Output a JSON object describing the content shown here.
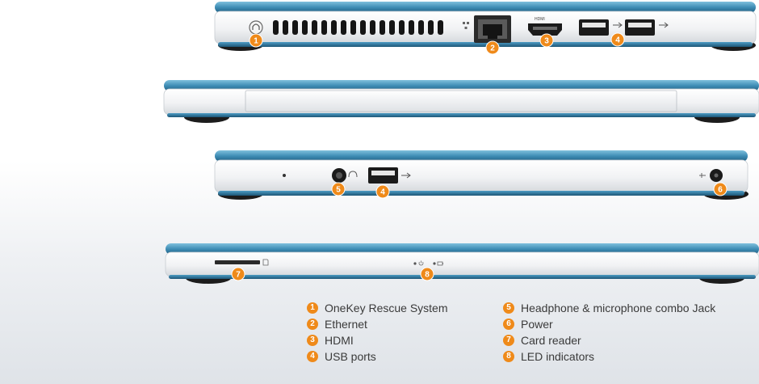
{
  "views": {
    "right_side": {
      "callouts": [
        "1",
        "2",
        "3",
        "4"
      ],
      "port_labels": {
        "hdmi": "HDMI"
      }
    },
    "rear": {},
    "left_side": {
      "callouts": [
        "5",
        "4",
        "6"
      ]
    },
    "front": {
      "callouts": [
        "7",
        "8"
      ]
    }
  },
  "legend": {
    "left_column": [
      {
        "number": "1",
        "label": "OneKey Rescue System"
      },
      {
        "number": "2",
        "label": "Ethernet"
      },
      {
        "number": "3",
        "label": "HDMI"
      },
      {
        "number": "4",
        "label": "USB ports"
      }
    ],
    "right_column": [
      {
        "number": "5",
        "label": "Headphone & microphone combo Jack"
      },
      {
        "number": "6",
        "label": "Power"
      },
      {
        "number": "7",
        "label": "Card reader"
      },
      {
        "number": "8",
        "label": "LED indicators"
      }
    ]
  },
  "colors": {
    "lid_blue": "#3f8db5",
    "lid_blue_dark": "#1f5f82",
    "body_silver": "#eceef0",
    "callout_orange": "#ef8a1a"
  }
}
